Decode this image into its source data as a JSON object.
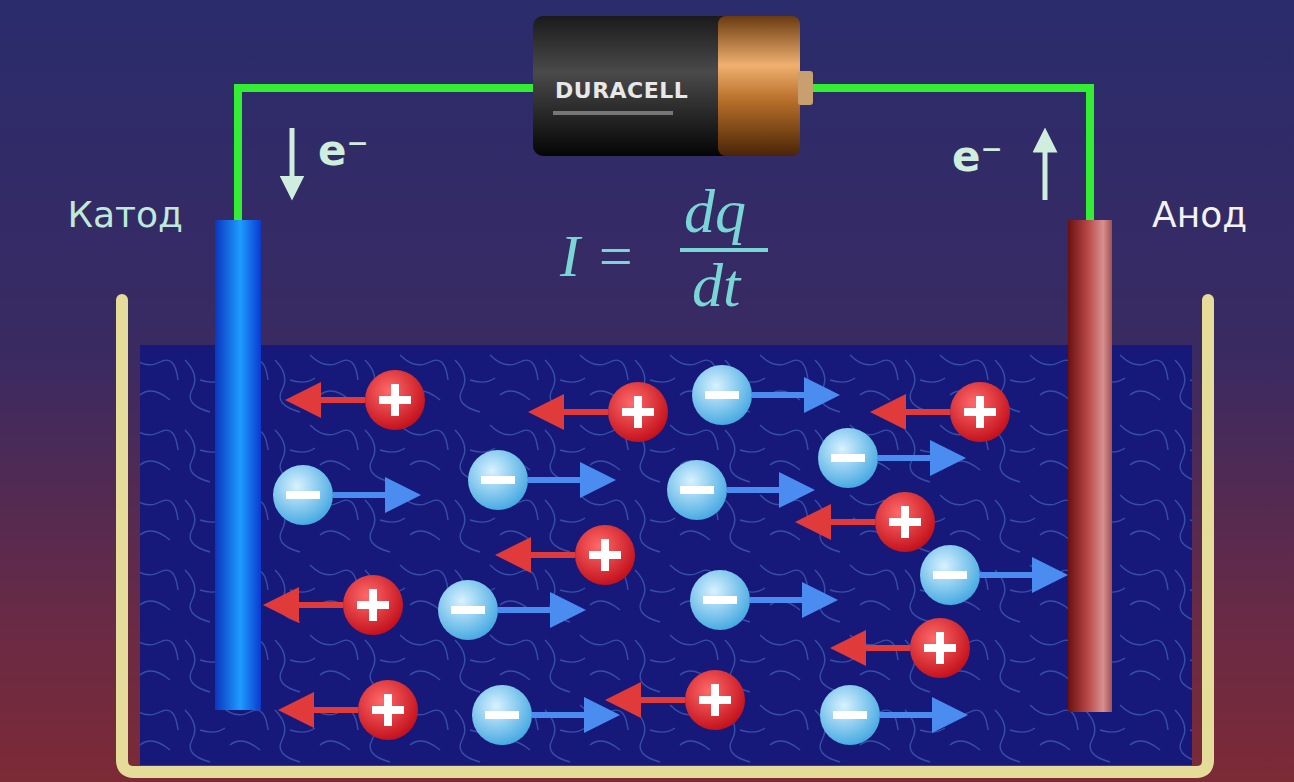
{
  "diagram": {
    "nodes": [
      {
        "text": [
          "Катод"
        ]
      },
      {
        "text": [
          "DURACELL"
        ]
      },
      {
        "text": [
          "Анод"
        ]
      }
    ],
    "edges": [
      {
        "from": 0,
        "to": 1,
        "arrow": "none"
      },
      {
        "from": 1,
        "to": 2,
        "arrow": "none"
      }
    ],
    "labels": [
      "e⁻",
      "e⁻",
      "I =",
      "dq",
      "dt"
    ]
  }
}
